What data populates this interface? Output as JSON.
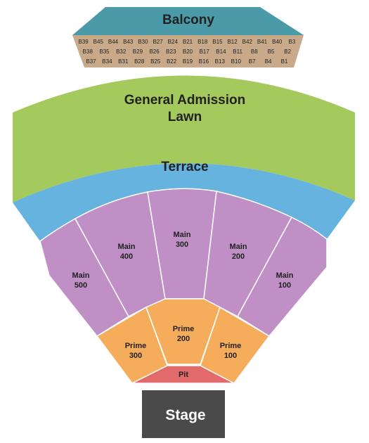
{
  "balcony": {
    "label": "Balcony",
    "rows": [
      [
        "B39",
        "B45",
        "B44",
        "B43",
        "B30",
        "B27",
        "B24",
        "B21",
        "B18",
        "B15",
        "B12",
        "B42",
        "B41",
        "B40",
        "B3"
      ],
      [
        "B38",
        "B35",
        "B32",
        "B29",
        "B26",
        "B23",
        "B20",
        "B17",
        "B14",
        "B11",
        "B8",
        "B5",
        "B2"
      ],
      [
        "B37",
        "B34",
        "B31",
        "B28",
        "B25",
        "B22",
        "B19",
        "B16",
        "B13",
        "B10",
        "B7",
        "B4",
        "B1"
      ]
    ]
  },
  "lawn": {
    "line1": "General Admission",
    "line2": "Lawn"
  },
  "terrace": {
    "label": "Terrace"
  },
  "main": {
    "s500": {
      "line1": "Main",
      "line2": "500"
    },
    "s400": {
      "line1": "Main",
      "line2": "400"
    },
    "s300": {
      "line1": "Main",
      "line2": "300"
    },
    "s200": {
      "line1": "Main",
      "line2": "200"
    },
    "s100": {
      "line1": "Main",
      "line2": "100"
    }
  },
  "prime": {
    "s300": {
      "line1": "Prime",
      "line2": "300"
    },
    "s200": {
      "line1": "Prime",
      "line2": "200"
    },
    "s100": {
      "line1": "Prime",
      "line2": "100"
    }
  },
  "pit": {
    "label": "Pit"
  },
  "stage": {
    "label": "Stage"
  },
  "colors": {
    "balcony": "#4a9aa8",
    "balcony_boxes": "#c8aa8a",
    "lawn": "#a4c95c",
    "terrace": "#66b3e0",
    "main": "#bf8fc6",
    "prime": "#f5ac5b",
    "pit": "#e36a6a",
    "stage": "#4a4a4a"
  }
}
